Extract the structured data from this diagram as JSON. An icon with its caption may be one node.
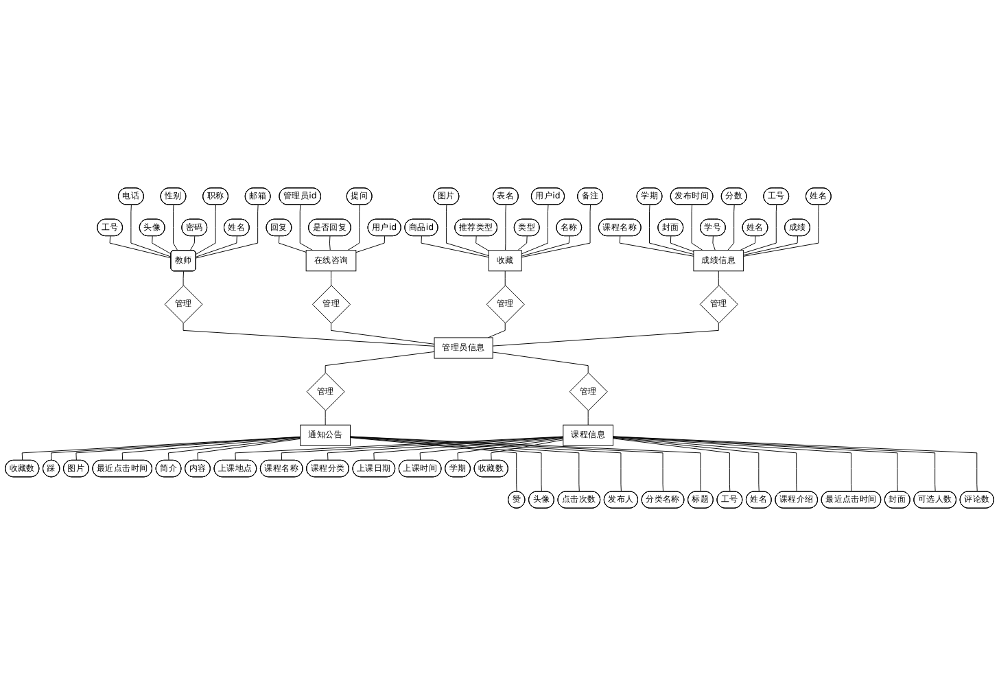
{
  "diagram": {
    "nodes": [
      {
        "text": [
          "管理员信息"
        ]
      },
      {
        "text": [
          "管理"
        ]
      },
      {
        "text": [
          "教师"
        ]
      },
      {
        "text": [
          "工号"
        ]
      },
      {
        "text": [
          "电话"
        ]
      },
      {
        "text": [
          "头像"
        ]
      },
      {
        "text": [
          "性别"
        ]
      },
      {
        "text": [
          "密码"
        ]
      },
      {
        "text": [
          "职称"
        ]
      },
      {
        "text": [
          "姓名"
        ]
      },
      {
        "text": [
          "邮箱"
        ]
      },
      {
        "text": [
          "管理"
        ]
      },
      {
        "text": [
          "在线咨询"
        ]
      },
      {
        "text": [
          "回复"
        ]
      },
      {
        "text": [
          "管理员id"
        ]
      },
      {
        "text": [
          "是否回复"
        ]
      },
      {
        "text": [
          "提问"
        ]
      },
      {
        "text": [
          "用户id"
        ]
      },
      {
        "text": [
          "管理"
        ]
      },
      {
        "text": [
          "收藏"
        ]
      },
      {
        "text": [
          "商品id"
        ]
      },
      {
        "text": [
          "图片"
        ]
      },
      {
        "text": [
          "推荐类型"
        ]
      },
      {
        "text": [
          "表名"
        ]
      },
      {
        "text": [
          "类型"
        ]
      },
      {
        "text": [
          "用户id"
        ]
      },
      {
        "text": [
          "名称"
        ]
      },
      {
        "text": [
          "备注"
        ]
      },
      {
        "text": [
          "管理"
        ]
      },
      {
        "text": [
          "通知公告"
        ]
      },
      {
        "text": [
          "收藏数"
        ]
      },
      {
        "text": [
          "赞"
        ]
      },
      {
        "text": [
          "踩"
        ]
      },
      {
        "text": [
          "头像"
        ]
      },
      {
        "text": [
          "图片"
        ]
      },
      {
        "text": [
          "点击次数"
        ]
      },
      {
        "text": [
          "最近点击时间"
        ]
      },
      {
        "text": [
          "发布人"
        ]
      },
      {
        "text": [
          "简介"
        ]
      },
      {
        "text": [
          "分类名称"
        ]
      },
      {
        "text": [
          "内容"
        ]
      },
      {
        "text": [
          "标题"
        ]
      },
      {
        "text": [
          "管理"
        ]
      },
      {
        "text": [
          "成绩信息"
        ]
      },
      {
        "text": [
          "课程名称"
        ]
      },
      {
        "text": [
          "学期"
        ]
      },
      {
        "text": [
          "封面"
        ]
      },
      {
        "text": [
          "发布时间"
        ]
      },
      {
        "text": [
          "学号"
        ]
      },
      {
        "text": [
          "分数"
        ]
      },
      {
        "text": [
          "姓名"
        ]
      },
      {
        "text": [
          "工号"
        ]
      },
      {
        "text": [
          "成绩"
        ]
      },
      {
        "text": [
          "姓名"
        ]
      },
      {
        "text": [
          "管理"
        ]
      },
      {
        "text": [
          "课程信息"
        ]
      },
      {
        "text": [
          "上课地点"
        ]
      },
      {
        "text": [
          "工号"
        ]
      },
      {
        "text": [
          "课程名称"
        ]
      },
      {
        "text": [
          "姓名"
        ]
      },
      {
        "text": [
          "课程分类"
        ]
      },
      {
        "text": [
          "课程介绍"
        ]
      },
      {
        "text": [
          "上课日期"
        ]
      },
      {
        "text": [
          "最近点击时间"
        ]
      },
      {
        "text": [
          "上课时间"
        ]
      },
      {
        "text": [
          "封面"
        ]
      },
      {
        "text": [
          "学期"
        ]
      },
      {
        "text": [
          "可选人数"
        ]
      },
      {
        "text": [
          "收藏数"
        ]
      },
      {
        "text": [
          "评论数"
        ]
      }
    ],
    "edges": [
      {
        "from": 3,
        "to": 2,
        "arrow": "none"
      },
      {
        "from": 4,
        "to": 2,
        "arrow": "none"
      },
      {
        "from": 5,
        "to": 2,
        "arrow": "none"
      },
      {
        "from": 6,
        "to": 2,
        "arrow": "none"
      },
      {
        "from": 7,
        "to": 2,
        "arrow": "none"
      },
      {
        "from": 8,
        "to": 2,
        "arrow": "none"
      },
      {
        "from": 9,
        "to": 2,
        "arrow": "none"
      },
      {
        "from": 10,
        "to": 2,
        "arrow": "none"
      },
      {
        "from": 2,
        "to": 1,
        "arrow": "none"
      },
      {
        "from": 1,
        "to": 0,
        "arrow": "none"
      },
      {
        "from": 13,
        "to": 12,
        "arrow": "none"
      },
      {
        "from": 14,
        "to": 12,
        "arrow": "none"
      },
      {
        "from": 15,
        "to": 12,
        "arrow": "none"
      },
      {
        "from": 16,
        "to": 12,
        "arrow": "none"
      },
      {
        "from": 17,
        "to": 12,
        "arrow": "none"
      },
      {
        "from": 12,
        "to": 11,
        "arrow": "none"
      },
      {
        "from": 11,
        "to": 0,
        "arrow": "none"
      },
      {
        "from": 20,
        "to": 19,
        "arrow": "none"
      },
      {
        "from": 21,
        "to": 19,
        "arrow": "none"
      },
      {
        "from": 22,
        "to": 19,
        "arrow": "none"
      },
      {
        "from": 23,
        "to": 19,
        "arrow": "none"
      },
      {
        "from": 24,
        "to": 19,
        "arrow": "none"
      },
      {
        "from": 25,
        "to": 19,
        "arrow": "none"
      },
      {
        "from": 26,
        "to": 19,
        "arrow": "none"
      },
      {
        "from": 27,
        "to": 19,
        "arrow": "none"
      },
      {
        "from": 19,
        "to": 18,
        "arrow": "none"
      },
      {
        "from": 18,
        "to": 0,
        "arrow": "none"
      },
      {
        "from": 44,
        "to": 43,
        "arrow": "none"
      },
      {
        "from": 45,
        "to": 43,
        "arrow": "none"
      },
      {
        "from": 46,
        "to": 43,
        "arrow": "none"
      },
      {
        "from": 47,
        "to": 43,
        "arrow": "none"
      },
      {
        "from": 48,
        "to": 43,
        "arrow": "none"
      },
      {
        "from": 49,
        "to": 43,
        "arrow": "none"
      },
      {
        "from": 50,
        "to": 43,
        "arrow": "none"
      },
      {
        "from": 51,
        "to": 43,
        "arrow": "none"
      },
      {
        "from": 52,
        "to": 43,
        "arrow": "none"
      },
      {
        "from": 53,
        "to": 43,
        "arrow": "none"
      },
      {
        "from": 43,
        "to": 42,
        "arrow": "none"
      },
      {
        "from": 42,
        "to": 0,
        "arrow": "none"
      },
      {
        "from": 0,
        "to": 28,
        "arrow": "none"
      },
      {
        "from": 28,
        "to": 29,
        "arrow": "none"
      },
      {
        "from": 29,
        "to": 30,
        "arrow": "none"
      },
      {
        "from": 29,
        "to": 31,
        "arrow": "none"
      },
      {
        "from": 29,
        "to": 32,
        "arrow": "none"
      },
      {
        "from": 29,
        "to": 33,
        "arrow": "none"
      },
      {
        "from": 29,
        "to": 34,
        "arrow": "none"
      },
      {
        "from": 29,
        "to": 35,
        "arrow": "none"
      },
      {
        "from": 29,
        "to": 36,
        "arrow": "none"
      },
      {
        "from": 29,
        "to": 37,
        "arrow": "none"
      },
      {
        "from": 29,
        "to": 38,
        "arrow": "none"
      },
      {
        "from": 29,
        "to": 39,
        "arrow": "none"
      },
      {
        "from": 29,
        "to": 40,
        "arrow": "none"
      },
      {
        "from": 29,
        "to": 41,
        "arrow": "none"
      },
      {
        "from": 0,
        "to": 54,
        "arrow": "none"
      },
      {
        "from": 54,
        "to": 55,
        "arrow": "none"
      },
      {
        "from": 55,
        "to": 56,
        "arrow": "none"
      },
      {
        "from": 55,
        "to": 57,
        "arrow": "none"
      },
      {
        "from": 55,
        "to": 58,
        "arrow": "none"
      },
      {
        "from": 55,
        "to": 59,
        "arrow": "none"
      },
      {
        "from": 55,
        "to": 60,
        "arrow": "none"
      },
      {
        "from": 55,
        "to": 61,
        "arrow": "none"
      },
      {
        "from": 55,
        "to": 62,
        "arrow": "none"
      },
      {
        "from": 55,
        "to": 63,
        "arrow": "none"
      },
      {
        "from": 55,
        "to": 64,
        "arrow": "none"
      },
      {
        "from": 55,
        "to": 65,
        "arrow": "none"
      },
      {
        "from": 55,
        "to": 66,
        "arrow": "none"
      },
      {
        "from": 55,
        "to": 67,
        "arrow": "none"
      },
      {
        "from": 55,
        "to": 68,
        "arrow": "none"
      },
      {
        "from": 55,
        "to": 69,
        "arrow": "none"
      }
    ]
  }
}
